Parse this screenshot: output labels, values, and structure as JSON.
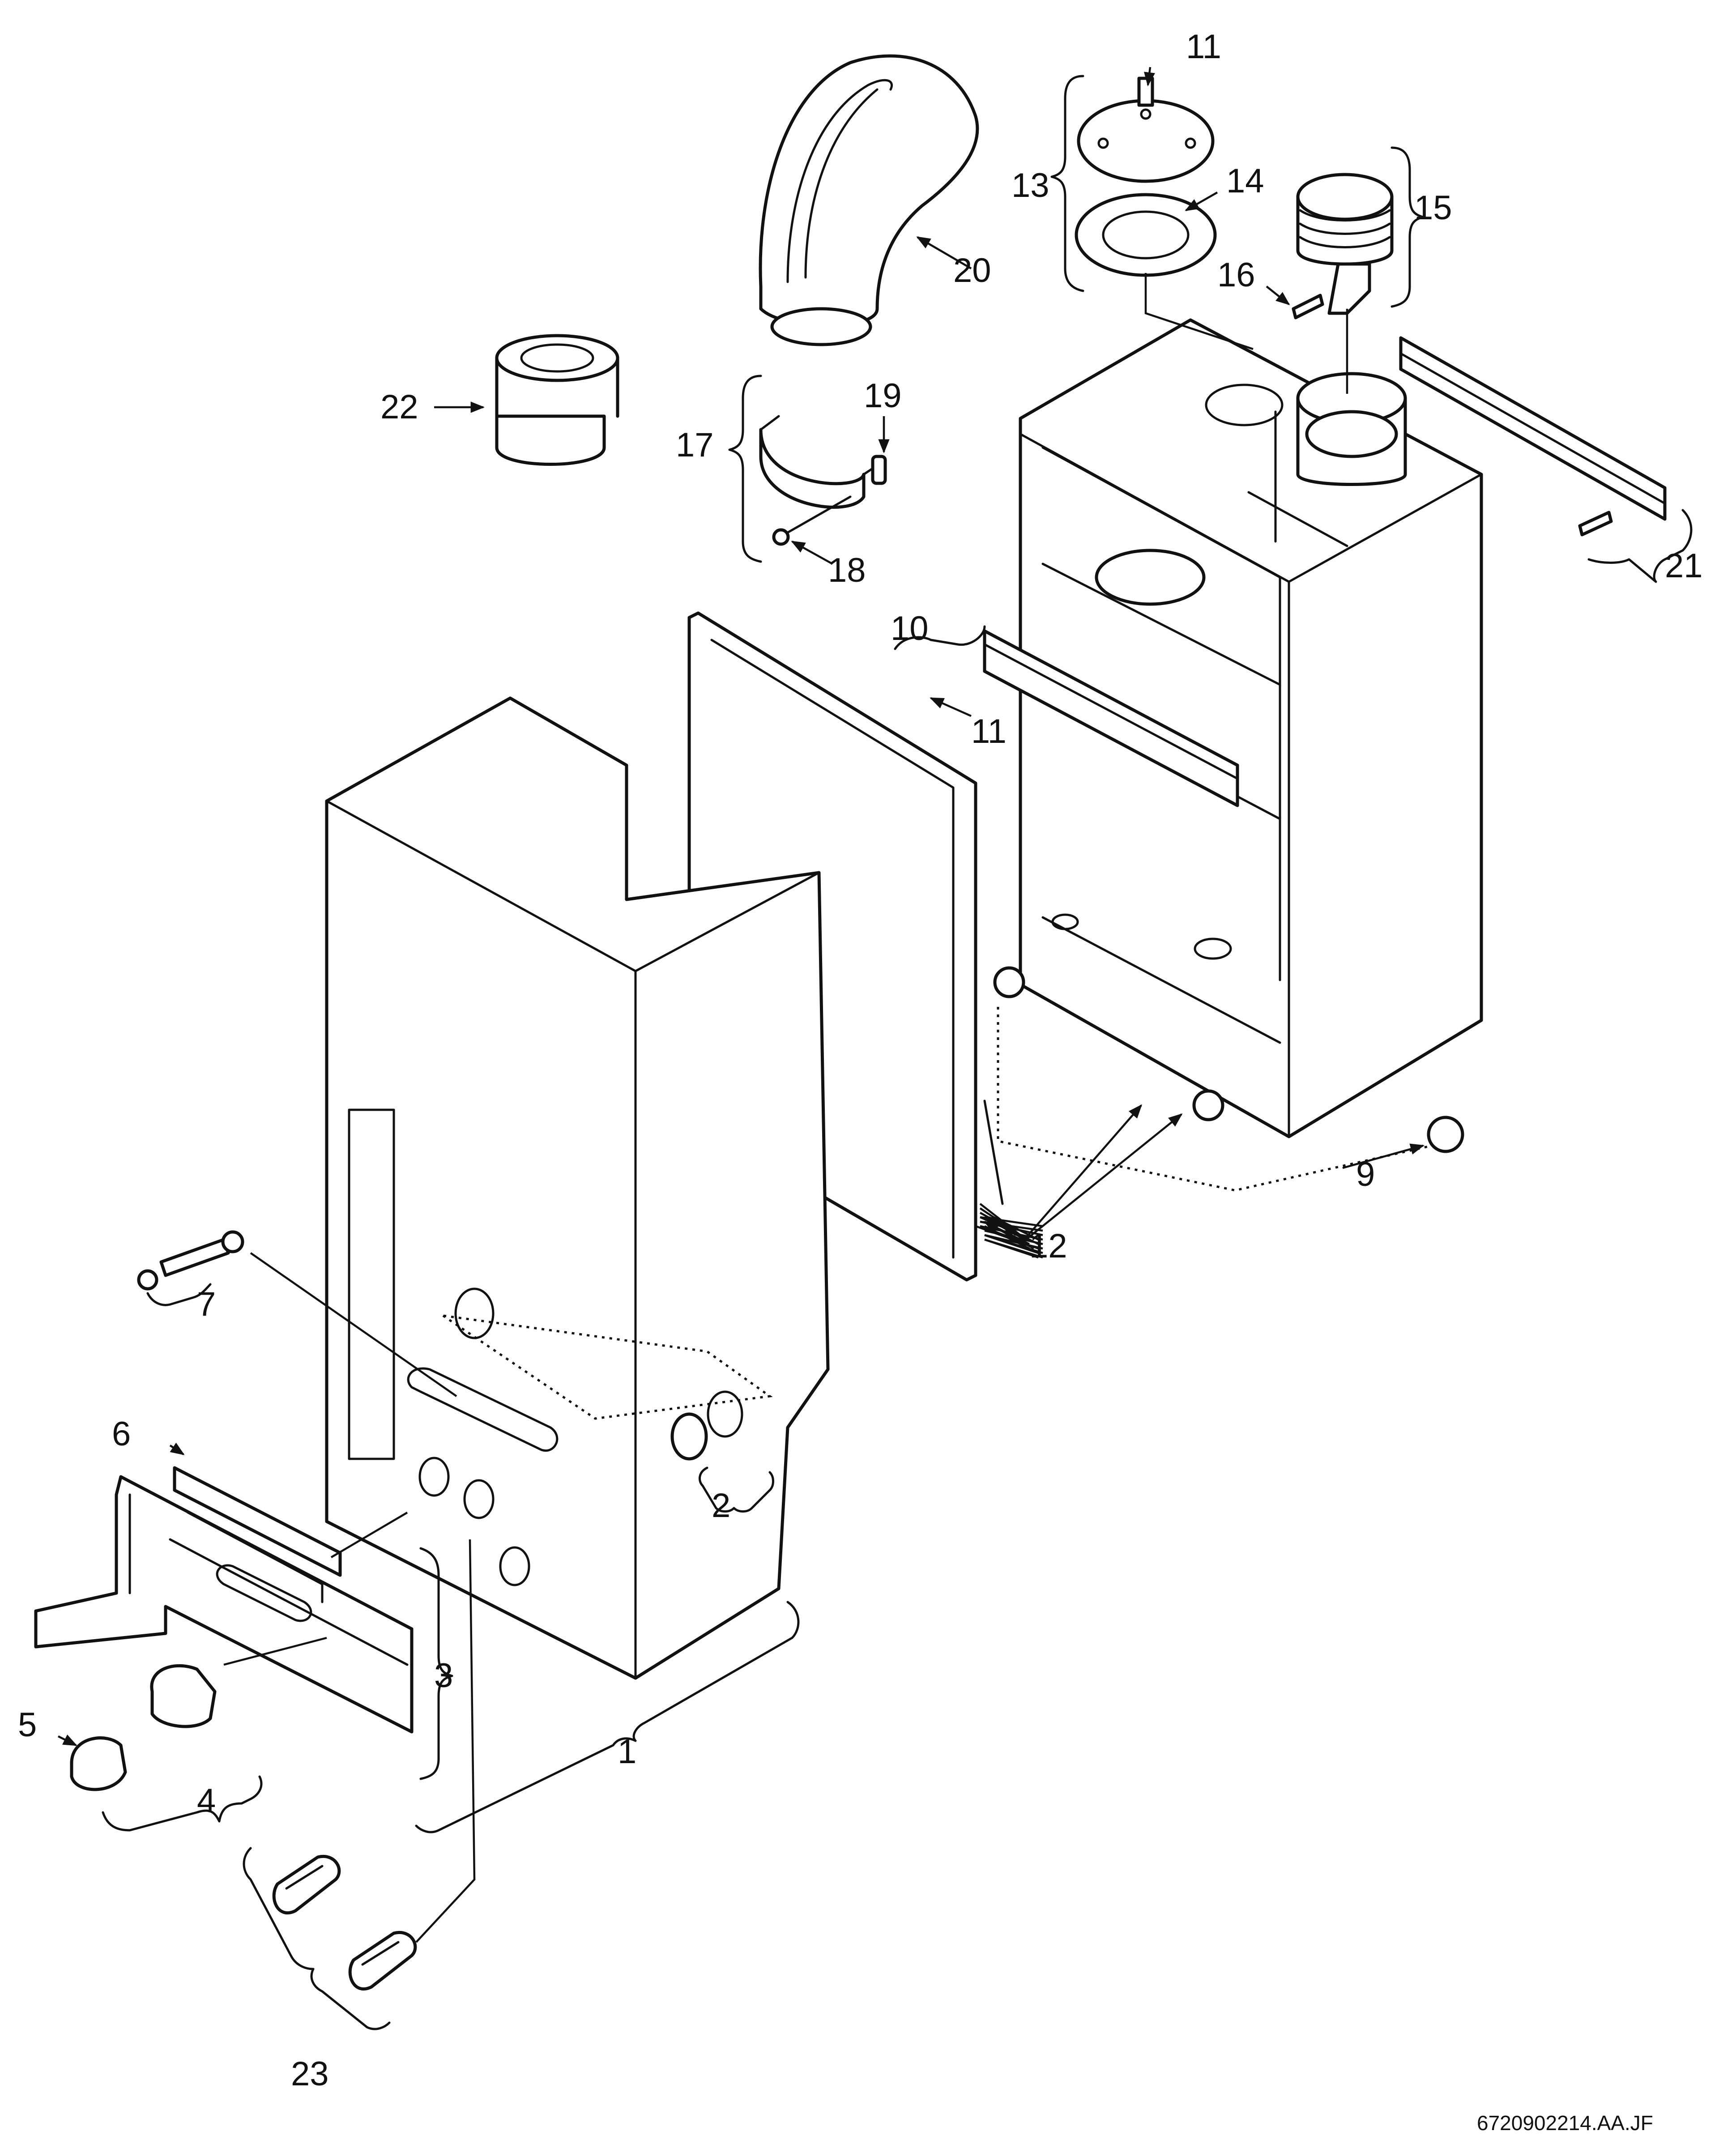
{
  "callouts": {
    "c1": "1",
    "c2": "2",
    "c3": "3",
    "c4": "4",
    "c5": "5",
    "c6": "6",
    "c7": "7",
    "c9": "9",
    "c10": "10",
    "c11a": "11",
    "c11b": "11",
    "c12": "12",
    "c13": "13",
    "c14": "14",
    "c15": "15",
    "c16": "16",
    "c17": "17",
    "c18": "18",
    "c19": "19",
    "c20": "20",
    "c21": "21",
    "c22": "22",
    "c23": "23"
  },
  "drawing_code": "6720902214.AA.JF"
}
